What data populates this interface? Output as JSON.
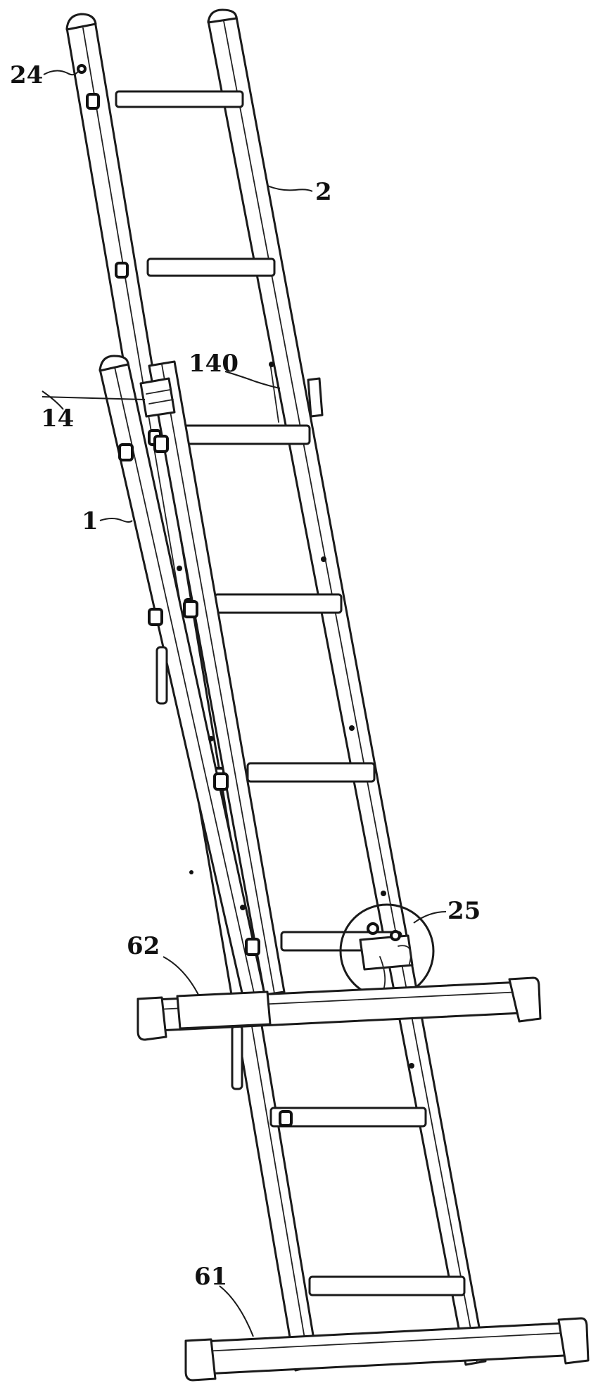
{
  "labels": {
    "ref_24": "24",
    "ref_2": "2",
    "ref_140": "140",
    "ref_14": "14",
    "ref_1": "1",
    "ref_25": "25",
    "ref_62": "62",
    "ref_61": "61"
  },
  "colors": {
    "line": "#1a1a1a",
    "background": "#ffffff"
  }
}
